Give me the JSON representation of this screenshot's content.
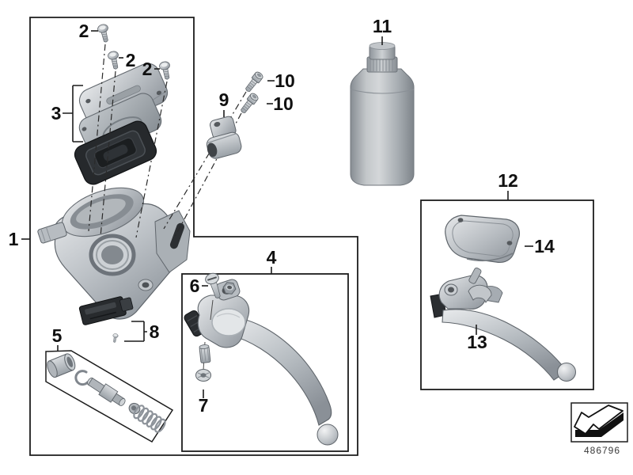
{
  "diagram": {
    "type": "exploded-parts-diagram",
    "subject": "handbrake-control-brake-master-cylinder",
    "background": "#ffffff",
    "line_color": "#1c1c1c",
    "metal_light": "#e6e8ea",
    "metal_mid": "#aab0b6",
    "metal_dark": "#7c838a",
    "rubber_black": "#26292c",
    "callouts": [
      {
        "label": "1"
      },
      {
        "label": "2"
      },
      {
        "label": "2"
      },
      {
        "label": "2"
      },
      {
        "label": "3"
      },
      {
        "label": "4"
      },
      {
        "label": "5"
      },
      {
        "label": "6"
      },
      {
        "label": "7"
      },
      {
        "label": "8"
      },
      {
        "label": "9"
      },
      {
        "label": "10"
      },
      {
        "label": "10"
      },
      {
        "label": "11"
      },
      {
        "label": "12"
      },
      {
        "label": "13"
      },
      {
        "label": "14"
      }
    ],
    "footer": {
      "icon": "bent-arrow-down-left",
      "code": "486796"
    }
  }
}
